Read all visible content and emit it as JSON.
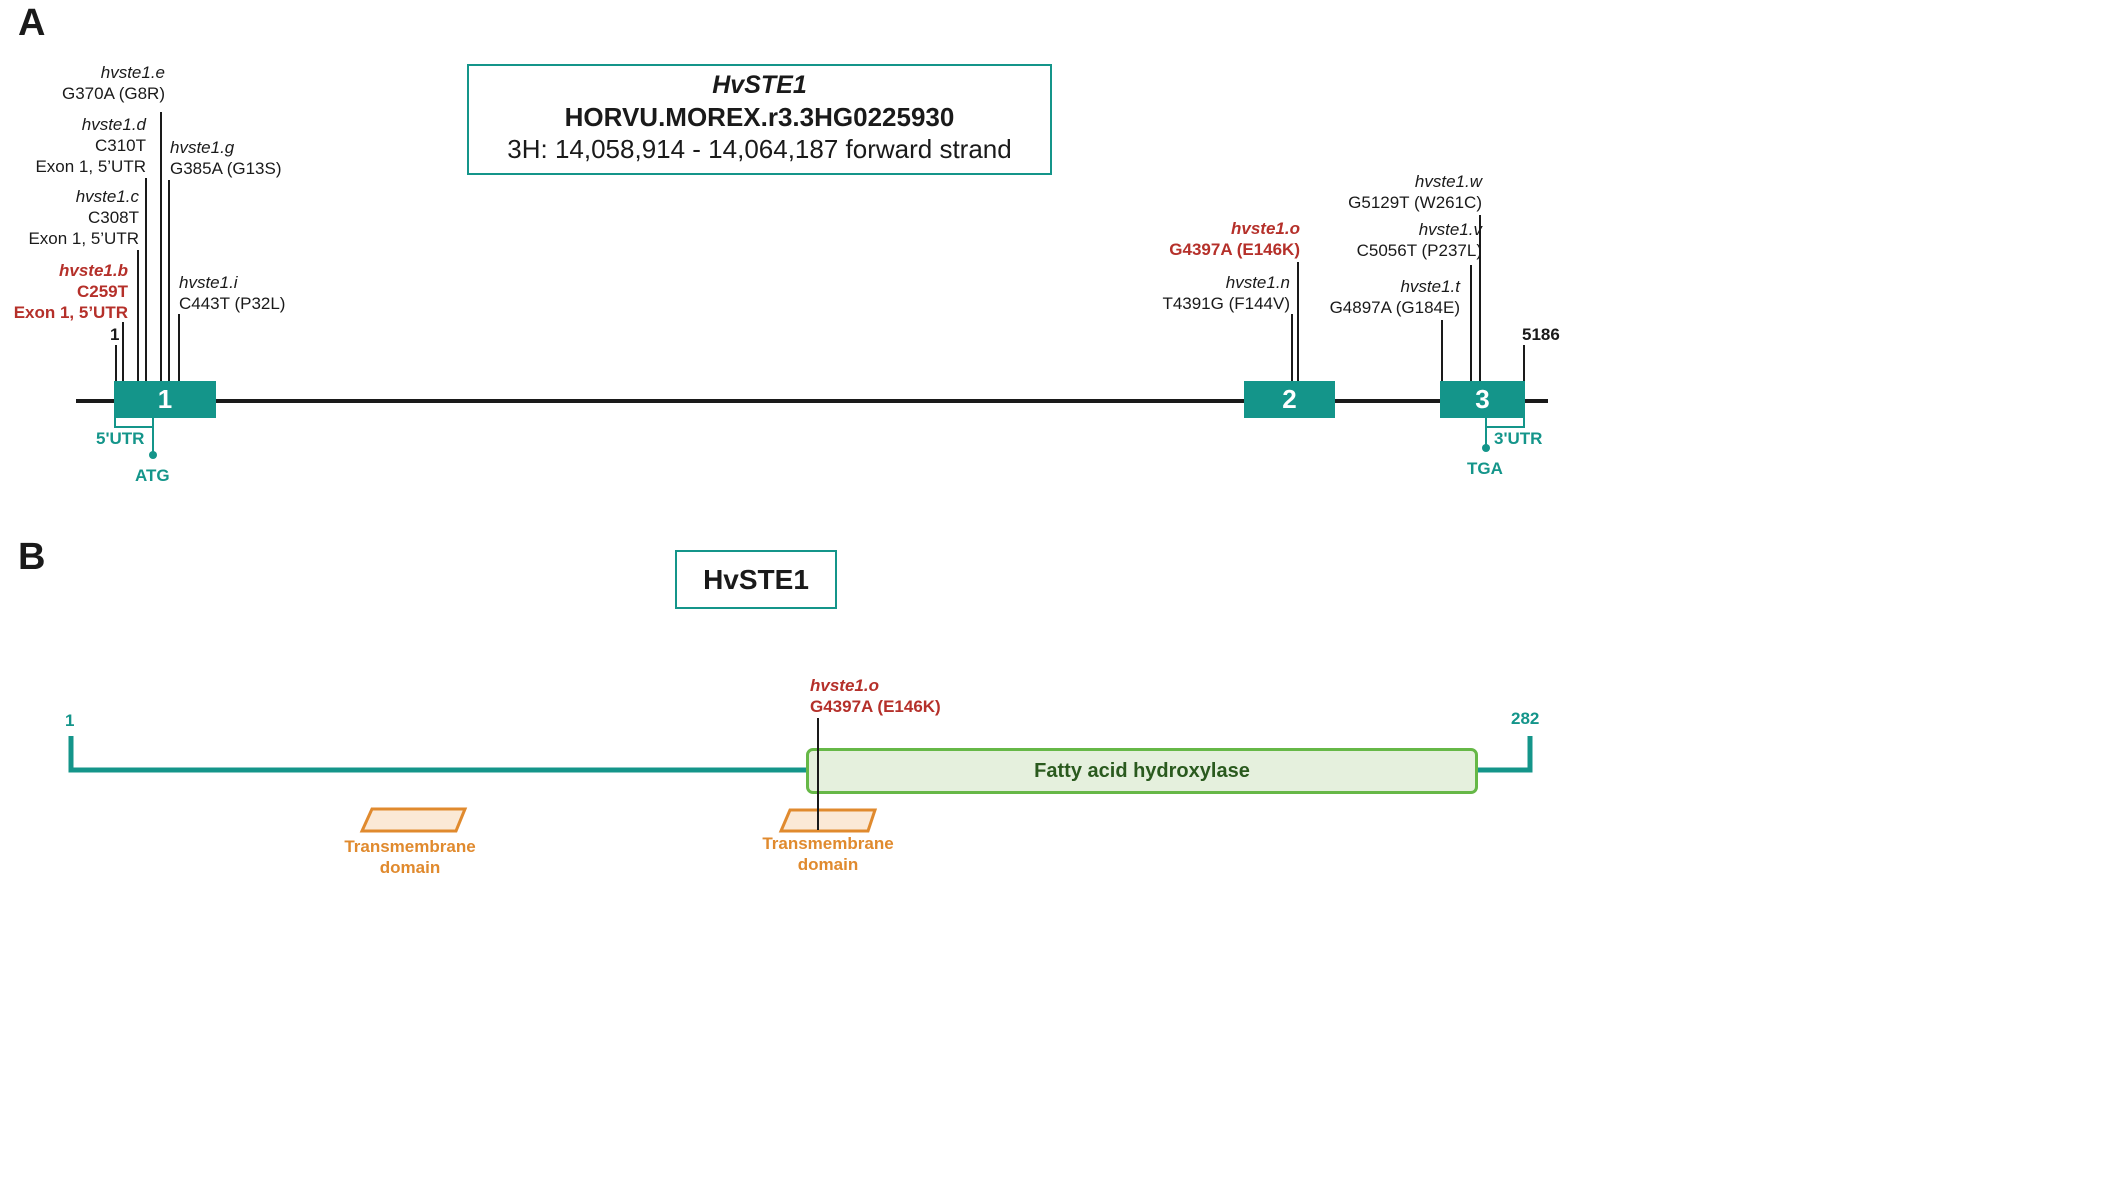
{
  "panel_a": {
    "letter": "A",
    "gene": {
      "name": "HvSTE1",
      "id": "HORVU.MOREX.r3.3HG0225930",
      "location": "3H: 14,058,914 - 14,064,187 forward strand"
    },
    "exons": [
      "1",
      "2",
      "3"
    ],
    "start_pos": "1",
    "end_pos": "5186",
    "utr5": "5'UTR",
    "utr3": "3'UTR",
    "start_codon": "ATG",
    "stop_codon": "TGA",
    "mutations": {
      "b": {
        "name": "hvste1.b",
        "change": "C259T",
        "region": "Exon 1, 5’UTR"
      },
      "c": {
        "name": "hvste1.c",
        "change": "C308T",
        "region": "Exon 1, 5’UTR"
      },
      "d": {
        "name": "hvste1.d",
        "change": "C310T",
        "region": "Exon 1, 5’UTR"
      },
      "e": {
        "name": "hvste1.e",
        "change": "G370A (G8R)"
      },
      "g": {
        "name": "hvste1.g",
        "change": "G385A (G13S)"
      },
      "i": {
        "name": "hvste1.i",
        "change": "C443T (P32L)"
      },
      "n": {
        "name": "hvste1.n",
        "change": "T4391G (F144V)"
      },
      "o": {
        "name": "hvste1.o",
        "change": "G4397A (E146K)"
      },
      "t": {
        "name": "hvste1.t",
        "change": "G4897A (G184E)"
      },
      "v": {
        "name": "hvste1.v",
        "change": "C5056T (P237L)"
      },
      "w": {
        "name": "hvste1.w",
        "change": "G5129T (W261C)"
      }
    }
  },
  "panel_b": {
    "letter": "B",
    "protein": "HvSTE1",
    "start_aa": "1",
    "end_aa": "282",
    "domain": "Fatty acid hydroxylase",
    "tm_label_1": "Transmembrane",
    "tm_label_2": "domain",
    "mutation": {
      "name": "hvste1.o",
      "change": "G4397A (E146K)"
    }
  },
  "colors": {
    "teal": "#14958a",
    "red_highlight": "#b5302a",
    "orange": "#e08a2e",
    "green_domain": "#66b847",
    "green_fill": "#e5f0dd"
  }
}
